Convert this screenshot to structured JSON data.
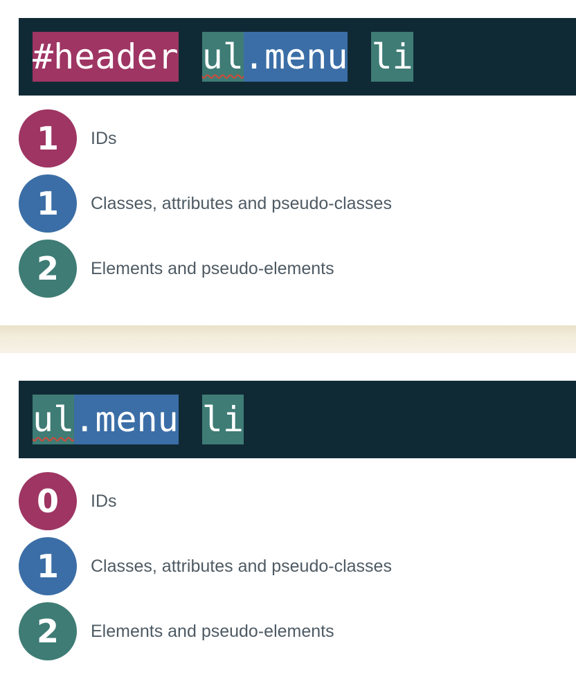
{
  "colors": {
    "ids": "#9e3563",
    "classes": "#3b6ea6",
    "elements": "#3e7c75",
    "code_background": "#102a35",
    "wavy_underline": "#d24a3a",
    "label_text": "#4e5a63"
  },
  "examples": [
    {
      "selector_tokens": {
        "id": "#header",
        "element_1": "ul",
        "class": ".menu",
        "element_2": "li"
      },
      "specificity": [
        {
          "count": "1",
          "label": "IDs"
        },
        {
          "count": "1",
          "label": "Classes, attributes and pseudo-classes"
        },
        {
          "count": "2",
          "label": "Elements and pseudo-elements"
        }
      ]
    },
    {
      "selector_tokens": {
        "element_1": "ul",
        "class": ".menu",
        "element_2": "li"
      },
      "specificity": [
        {
          "count": "0",
          "label": "IDs"
        },
        {
          "count": "1",
          "label": "Classes, attributes and pseudo-classes"
        },
        {
          "count": "2",
          "label": "Elements and pseudo-elements"
        }
      ]
    }
  ]
}
